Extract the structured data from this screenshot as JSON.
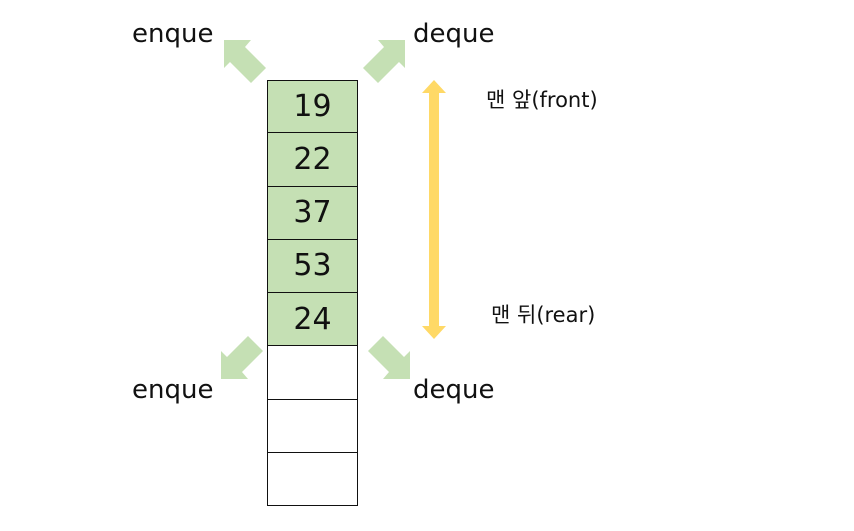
{
  "labels": {
    "enque_top": "enque",
    "deque_top": "deque",
    "enque_bottom": "enque",
    "deque_bottom": "deque",
    "front": "맨 앞(front)",
    "rear": "맨 뒤(rear)"
  },
  "queue": {
    "values": [
      "19",
      "22",
      "37",
      "53",
      "24",
      "",
      "",
      ""
    ]
  },
  "colors": {
    "cell_fill": "#c5e0b4",
    "arrow_green": "#c5e0b4",
    "arrow_yellow": "#ffd966"
  }
}
